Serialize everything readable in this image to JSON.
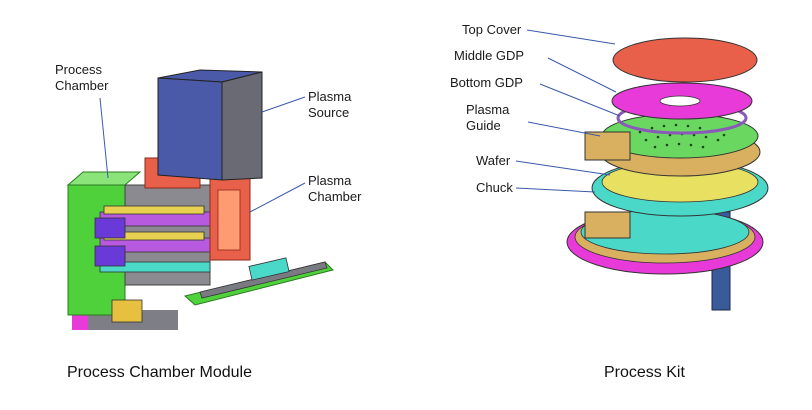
{
  "left_figure": {
    "caption": "Process Chamber Module",
    "labels": {
      "process_chamber": "Process\nChamber",
      "plasma_source": "Plasma\nSource",
      "plasma_chamber": "Plasma\nChamber"
    }
  },
  "right_figure": {
    "caption": "Process Kit",
    "labels": {
      "top_cover": "Top Cover",
      "middle_gdp": "Middle GDP",
      "bottom_gdp": "Bottom GDP",
      "plasma_guide": "Plasma\nGuide",
      "wafer": "Wafer",
      "chuck": "Chuck"
    }
  },
  "colors": {
    "plasma_source": "#5a5a66",
    "chamber_green": "#4ed13a",
    "magenta": "#e83ad8",
    "orange_red": "#e8604a",
    "gold": "#d8b060",
    "cyan": "#4ad8c8",
    "blue": "#3a5a9a",
    "leader": "#3a5aa8"
  }
}
